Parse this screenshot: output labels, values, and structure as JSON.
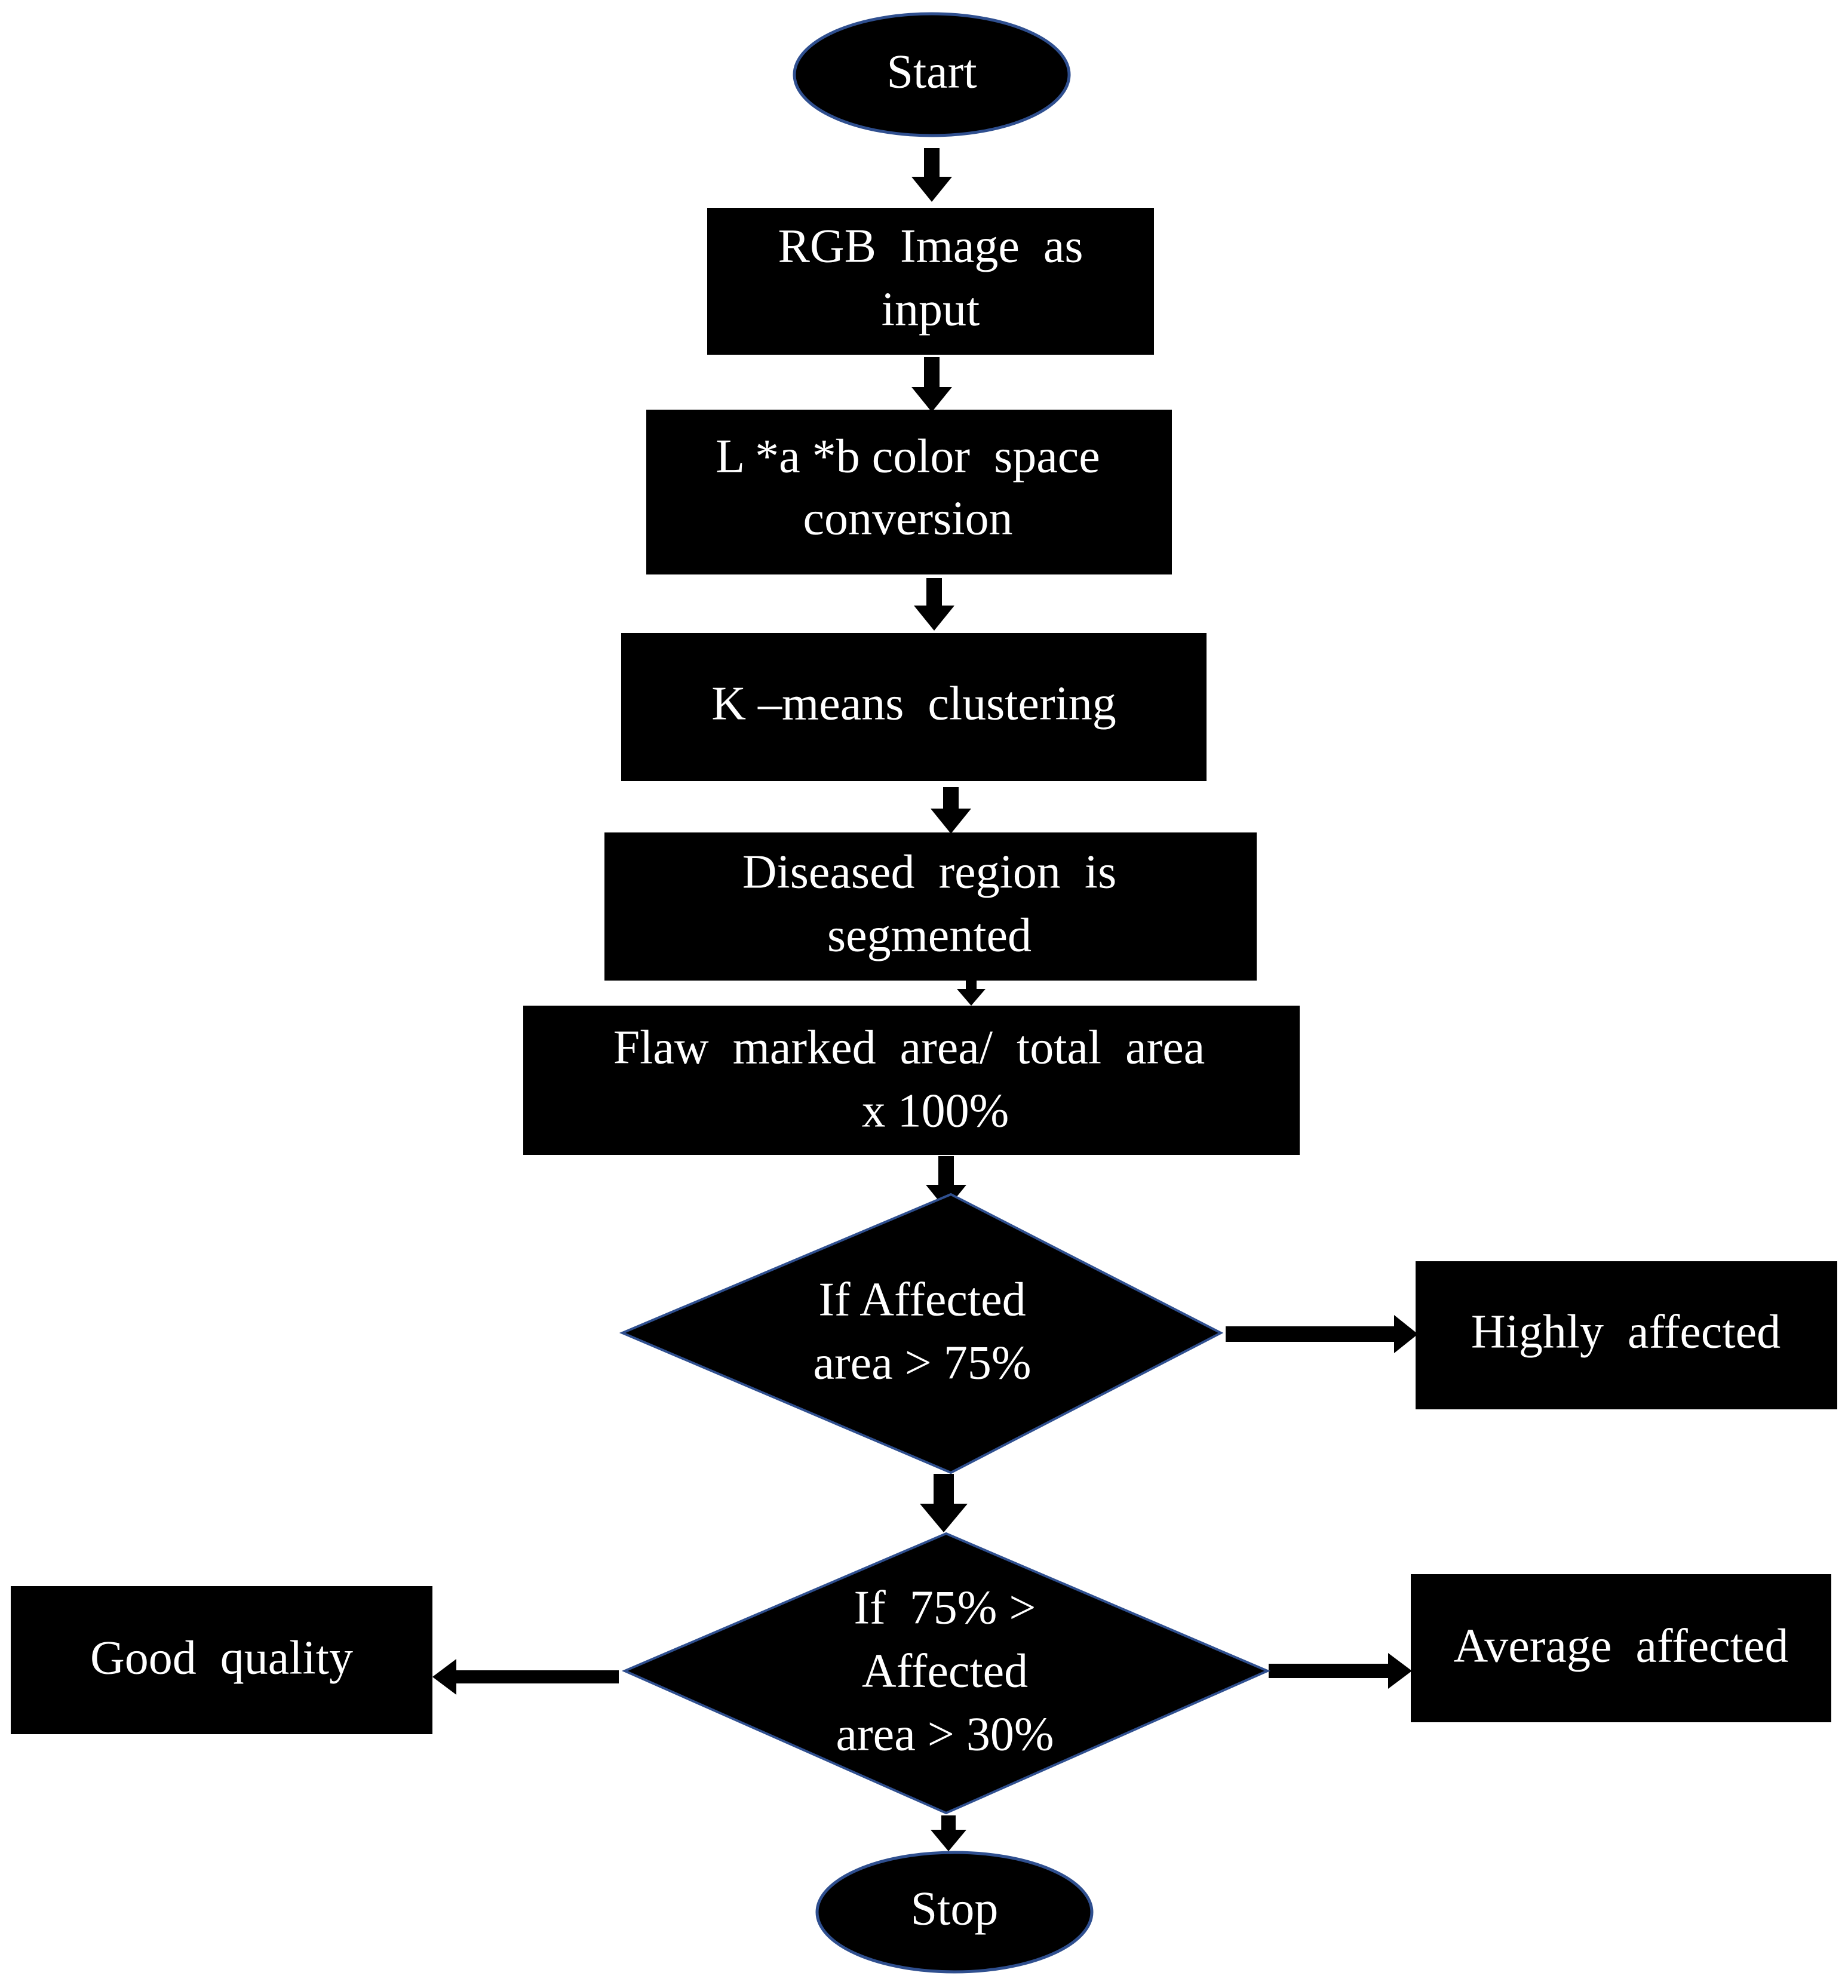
{
  "flowchart": {
    "start": "Start",
    "input": [
      "RGB  Image  as",
      "input"
    ],
    "color_conversion": [
      "L *a *b color  space",
      "conversion"
    ],
    "clustering": [
      "K –means  clustering"
    ],
    "segmentation": [
      "Diseased  region  is",
      "segmented"
    ],
    "area_ratio": [
      "Flaw  marked  area/  total  area",
      "x 100%"
    ],
    "decision_high": [
      "If Affected",
      "area > 75%"
    ],
    "highly_affected": [
      "Highly  affected"
    ],
    "decision_mid": [
      "If  75% >",
      "Affected",
      "area > 30%"
    ],
    "average_affected": [
      "Average  affected"
    ],
    "good_quality": [
      "Good  quality"
    ],
    "stop": "Stop"
  },
  "colors": {
    "shape_fill": "#000000",
    "text": "#ffffff",
    "outline": "#2f4f8f"
  }
}
